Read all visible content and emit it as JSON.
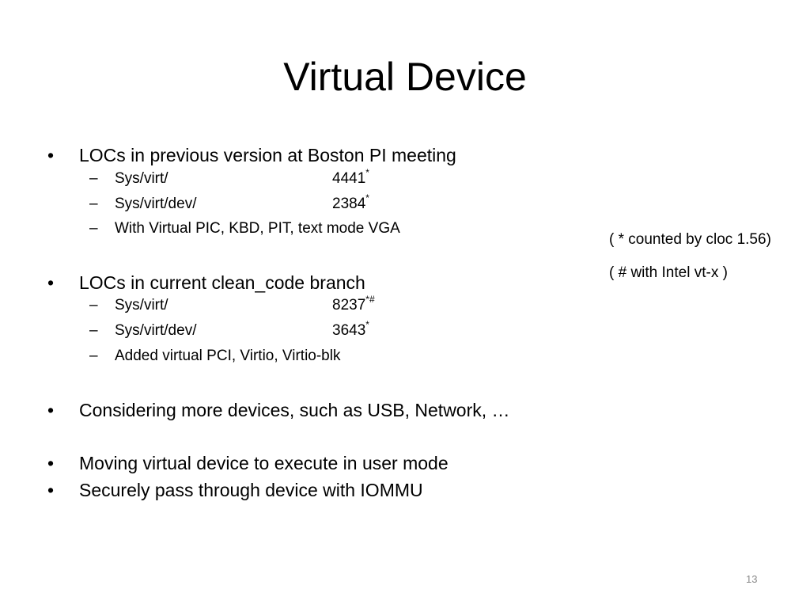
{
  "title": "Virtual Device",
  "bullet_glyph": "•",
  "dash_glyph": "–",
  "sections": [
    {
      "text": "LOCs in previous version at Boston PI meeting",
      "items": [
        {
          "path": "Sys/virt/",
          "count": "4441",
          "mark": "*"
        },
        {
          "path": "Sys/virt/dev/",
          "count": "2384",
          "mark": "*"
        },
        {
          "text": "With Virtual PIC, KBD, PIT, text mode VGA"
        }
      ]
    },
    {
      "text": "LOCs in current clean_code branch",
      "items": [
        {
          "path": "Sys/virt/",
          "count": "8237",
          "mark": "*#"
        },
        {
          "path": "Sys/virt/dev/",
          "count": "3643",
          "mark": "*"
        },
        {
          "text": "Added virtual PCI, Virtio, Virtio-blk"
        }
      ]
    },
    {
      "text": "Considering more devices, such as USB, Network, …"
    },
    {
      "text": "Moving virtual device to execute in user mode"
    },
    {
      "text": "Securely pass through device with IOMMU"
    }
  ],
  "notes": [
    "( * counted by cloc 1.56)",
    "( # with Intel vt-x )"
  ],
  "page_number": "13"
}
